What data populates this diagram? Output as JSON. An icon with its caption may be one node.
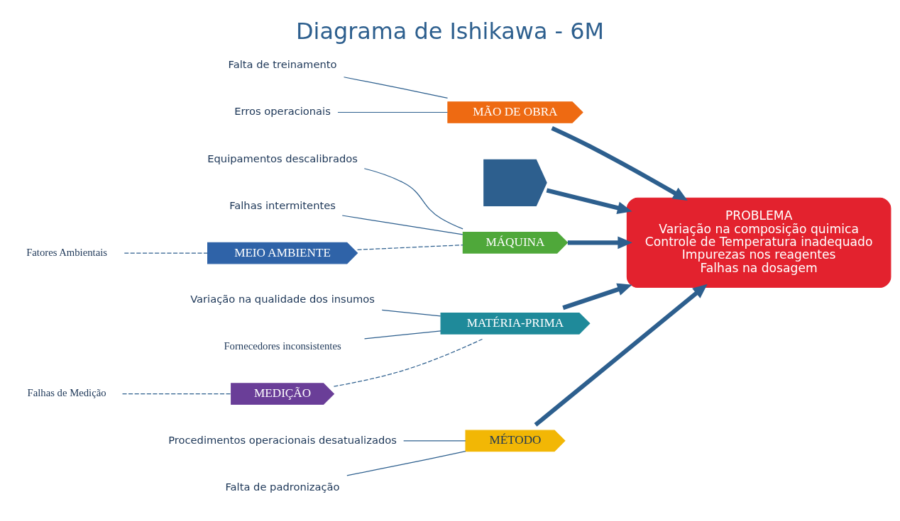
{
  "diagram": {
    "title": "Diagrama de Ishikawa - 6M",
    "nodes": [
      {
        "text": [
          "MÉTODO"
        ]
      },
      {
        "text": [
          "Procedimentos operacionais desatualizados"
        ]
      },
      {
        "text": [
          "Falta de padronização"
        ]
      },
      {
        "text": [
          "MÃO DE OBRA"
        ]
      },
      {
        "text": [
          "Falta de treinamento"
        ]
      },
      {
        "text": [
          "Erros operacionais"
        ]
      },
      {
        "text": [],
        "shape": "chevron"
      },
      {
        "text": [
          "PROBLEMA",
          "Variação na composição quimica",
          "Controle de Temperatura inadequado",
          "Impurezas nos reagentes",
          "Falhas na dosagem"
        ]
      },
      {
        "text": [
          "Equipamentos descalibrados"
        ]
      },
      {
        "text": [
          "Falhas intermitentes"
        ]
      },
      {
        "text": [
          "MÁQUINA"
        ]
      },
      {
        "text": [
          "Variação na qualidade dos insumos"
        ]
      },
      {
        "text": [
          "Fornecedores inconsistentes"
        ]
      },
      {
        "text": [
          "MATÉRIA-PRIMA"
        ]
      },
      {
        "text": [
          "MEIO AMBIENTE"
        ]
      },
      {
        "text": [
          "Fatores Ambientais"
        ]
      },
      {
        "text": [
          "MEDIÇÃO"
        ]
      },
      {
        "text": [
          "Falhas de Medição"
        ]
      }
    ],
    "edges": [
      {
        "from": 6,
        "to": 7,
        "arrow": "to",
        "style": "thick"
      },
      {
        "from": 0,
        "to": 7,
        "arrow": "to",
        "style": "thick"
      },
      {
        "from": 3,
        "to": 7,
        "arrow": "to",
        "style": "thick"
      },
      {
        "from": 10,
        "to": 7,
        "arrow": "to",
        "style": "thick"
      },
      {
        "from": 13,
        "to": 7,
        "arrow": "to",
        "style": "thick"
      },
      {
        "from": 1,
        "to": 0,
        "arrow": "none"
      },
      {
        "from": 2,
        "to": 0,
        "arrow": "none"
      },
      {
        "from": 4,
        "to": 3,
        "arrow": "none"
      },
      {
        "from": 5,
        "to": 3,
        "arrow": "none"
      },
      {
        "from": 8,
        "to": 10,
        "arrow": "none"
      },
      {
        "from": 9,
        "to": 10,
        "arrow": "none"
      },
      {
        "from": 11,
        "to": 13,
        "arrow": "none"
      },
      {
        "from": 12,
        "to": 13,
        "arrow": "none"
      },
      {
        "from": 14,
        "to": 10,
        "arrow": "none",
        "style": "dashed"
      },
      {
        "from": 15,
        "to": 14,
        "arrow": "none",
        "style": "dashed"
      },
      {
        "from": 16,
        "to": 13,
        "arrow": "none",
        "style": "dashed"
      },
      {
        "from": 17,
        "to": 16,
        "arrow": "none",
        "style": "dashed"
      }
    ]
  }
}
